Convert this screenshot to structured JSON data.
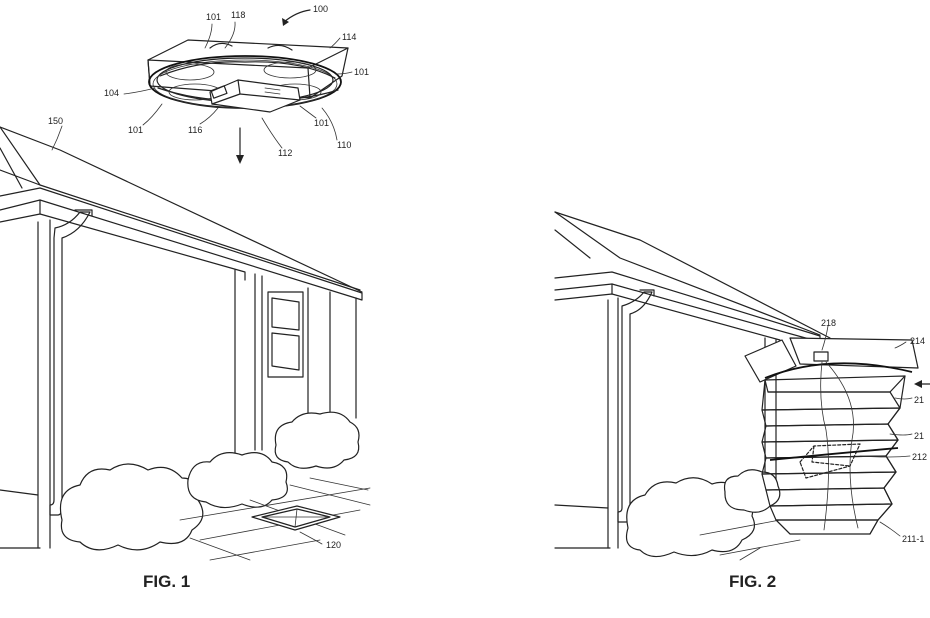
{
  "figures": [
    {
      "caption": "FIG. 1",
      "refs": {
        "r100": "100",
        "r101a": "101",
        "r118": "118",
        "r114": "114",
        "r101b": "101",
        "r104": "104",
        "r101c": "101",
        "r116": "116",
        "r101d": "101",
        "r112": "112",
        "r110": "110",
        "r150": "150",
        "r120": "120"
      }
    },
    {
      "caption": "FIG. 2",
      "refs": {
        "r218": "218",
        "r214": "214",
        "r212": "212",
        "r211": "211-1",
        "r21a": "21",
        "r21b": "21"
      }
    }
  ]
}
